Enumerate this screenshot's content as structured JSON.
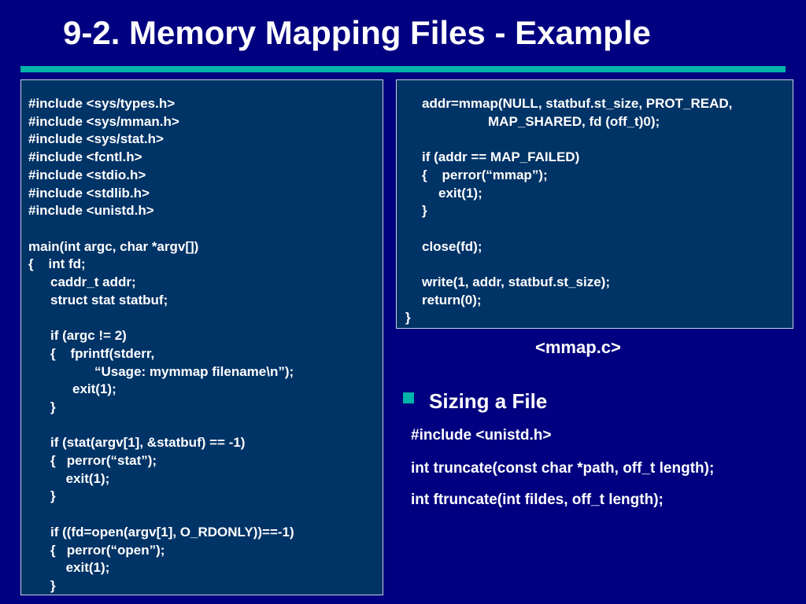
{
  "slide": {
    "title": "9-2. Memory Mapping Files - Example",
    "accent_color": "#00b3a8",
    "background_color": "#000080",
    "code_box_color": "#003366"
  },
  "left_code": [
    {
      "indent": 0,
      "text": "#include <sys/types.h>"
    },
    {
      "indent": 0,
      "text": "#include <sys/mman.h>"
    },
    {
      "indent": 0,
      "text": "#include <sys/stat.h>"
    },
    {
      "indent": 0,
      "text": "#include <fcntl.h>"
    },
    {
      "indent": 0,
      "text": "#include <stdio.h>"
    },
    {
      "indent": 0,
      "text": "#include <stdlib.h>"
    },
    {
      "indent": 0,
      "text": "#include <unistd.h>"
    },
    {
      "indent": 0,
      "text": ""
    },
    {
      "indent": 0,
      "text": "main(int argc, char *argv[])"
    },
    {
      "indent": 0,
      "text": "{    int fd;"
    },
    {
      "indent": 1,
      "text": "caddr_t addr;"
    },
    {
      "indent": 1,
      "text": "struct stat statbuf;"
    },
    {
      "indent": 0,
      "text": ""
    },
    {
      "indent": 1,
      "text": "if (argc != 2)"
    },
    {
      "indent": 1,
      "text": "{    fprintf(stderr,"
    },
    {
      "indent": 3,
      "text": "“Usage: mymmap filename\\n”);"
    },
    {
      "indent": 2,
      "text": "exit(1);"
    },
    {
      "indent": 1,
      "text": "}"
    },
    {
      "indent": 0,
      "text": ""
    },
    {
      "indent": 1,
      "text": "if (stat(argv[1], &statbuf) == -1)"
    },
    {
      "indent": 1,
      "text": "{   perror(“stat”);"
    },
    {
      "indent": 1.7,
      "text": "exit(1);"
    },
    {
      "indent": 1,
      "text": "}"
    },
    {
      "indent": 0,
      "text": ""
    },
    {
      "indent": 1,
      "text": "if ((fd=open(argv[1], O_RDONLY))==-1)"
    },
    {
      "indent": 1,
      "text": "{   perror(“open”);"
    },
    {
      "indent": 1.7,
      "text": "exit(1);"
    },
    {
      "indent": 1,
      "text": "}"
    }
  ],
  "right_code": [
    {
      "indent": 1,
      "text": "addr=mmap(NULL, statbuf.st_size, PROT_READ,"
    },
    {
      "indent": 5,
      "text": "MAP_SHARED, fd (off_t)0);"
    },
    {
      "indent": 0,
      "text": ""
    },
    {
      "indent": 1,
      "text": "if (addr == MAP_FAILED)"
    },
    {
      "indent": 1,
      "text": "{    perror(“mmap”);"
    },
    {
      "indent": 2,
      "text": "exit(1);"
    },
    {
      "indent": 1,
      "text": "}"
    },
    {
      "indent": 0,
      "text": ""
    },
    {
      "indent": 1,
      "text": "close(fd);"
    },
    {
      "indent": 0,
      "text": ""
    },
    {
      "indent": 1,
      "text": "write(1, addr, statbuf.st_size);"
    },
    {
      "indent": 1,
      "text": "return(0);"
    },
    {
      "indent": 0,
      "text": "}"
    }
  ],
  "caption": "<mmap.c>",
  "bullet": {
    "label": "Sizing a File",
    "lines": [
      "#include <unistd.h>",
      "int truncate(const char *path, off_t length);",
      "int ftruncate(int fildes, off_t length);"
    ]
  }
}
